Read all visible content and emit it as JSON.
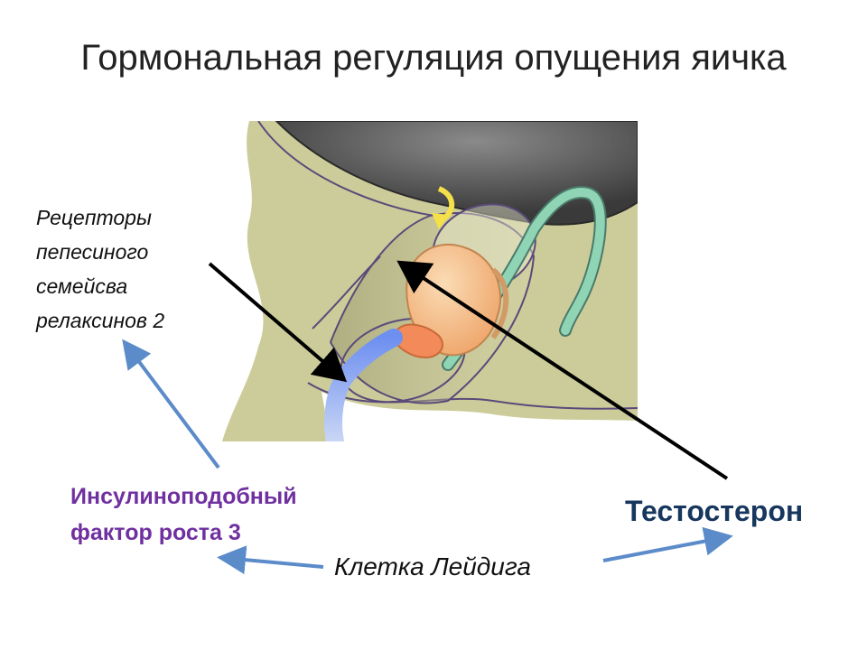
{
  "title": "Гормональная регуляция опущения яичка",
  "receptor_label": {
    "lines": [
      "Рецепторы",
      "пепесиного",
      "семейсва",
      "релаксинов 2"
    ]
  },
  "igf_label": {
    "lines": [
      "Инсулиноподобный",
      "фактор роста 3"
    ]
  },
  "testosterone_label": "Тестостерон",
  "leydig_label": "Клетка Лейдига",
  "colors": {
    "igf_text": "#7030a0",
    "testosterone_text": "#17375e",
    "blue_arrow": "#5b8bc9",
    "black_arrow": "#000000",
    "background_tissue": "#cccc9a",
    "abdominal_cavity": "#5a5a5a",
    "testis": "#f4c08c",
    "gubernaculum": "#6b8ee8",
    "vas_deferens": "#8fd4b4"
  }
}
